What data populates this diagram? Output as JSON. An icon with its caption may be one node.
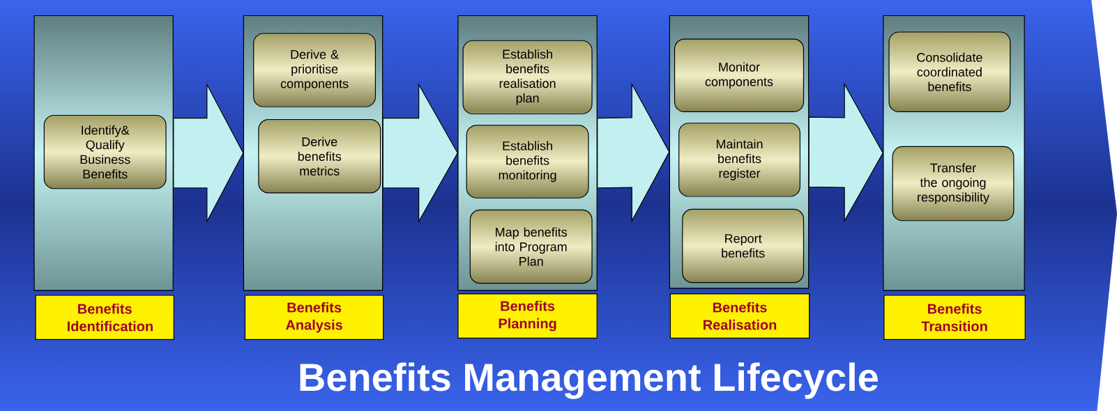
{
  "diagram": {
    "title": "Benefits Management Lifecycle",
    "nodes": [
      {
        "text": [],
        "shape": "box"
      },
      {
        "text": [
          "Identify& Qualify Business Benefits"
        ],
        "in": 0
      },
      {
        "text": [
          "Benefits Identification"
        ]
      },
      {
        "text": [],
        "shape": "box"
      },
      {
        "text": [
          "Derive & prioritise components"
        ],
        "in": 3
      },
      {
        "text": [
          "Derive benefits metrics"
        ],
        "in": 3
      },
      {
        "text": [
          "Benefits Analysis"
        ]
      },
      {
        "text": [],
        "shape": "box"
      },
      {
        "text": [
          "Establish benefits realisation plan"
        ],
        "in": 7
      },
      {
        "text": [
          "Establish benefits monitoring"
        ],
        "in": 7
      },
      {
        "text": [
          "Map benefits into Program Plan"
        ],
        "in": 7
      },
      {
        "text": [
          "Benefits Planning"
        ]
      },
      {
        "text": [],
        "shape": "box"
      },
      {
        "text": [
          "Monitor components"
        ],
        "in": 12
      },
      {
        "text": [
          "Maintain benefits register"
        ],
        "in": 12
      },
      {
        "text": [
          "Report benefits"
        ],
        "in": 12
      },
      {
        "text": [
          "Benefits Realisation"
        ]
      },
      {
        "text": [],
        "shape": "box"
      },
      {
        "text": [
          "Consolidate coordinated benefits"
        ],
        "in": 17
      },
      {
        "text": [
          "Transfer the ongoing responsibility"
        ],
        "in": 17
      },
      {
        "text": [
          "Benefits Transition"
        ]
      }
    ],
    "edges": [
      {
        "from": 0,
        "to": 3,
        "arrow": "to"
      },
      {
        "from": 3,
        "to": 7,
        "arrow": "to"
      },
      {
        "from": 7,
        "to": 12,
        "arrow": "to"
      },
      {
        "from": 12,
        "to": 17,
        "arrow": "to"
      }
    ]
  }
}
